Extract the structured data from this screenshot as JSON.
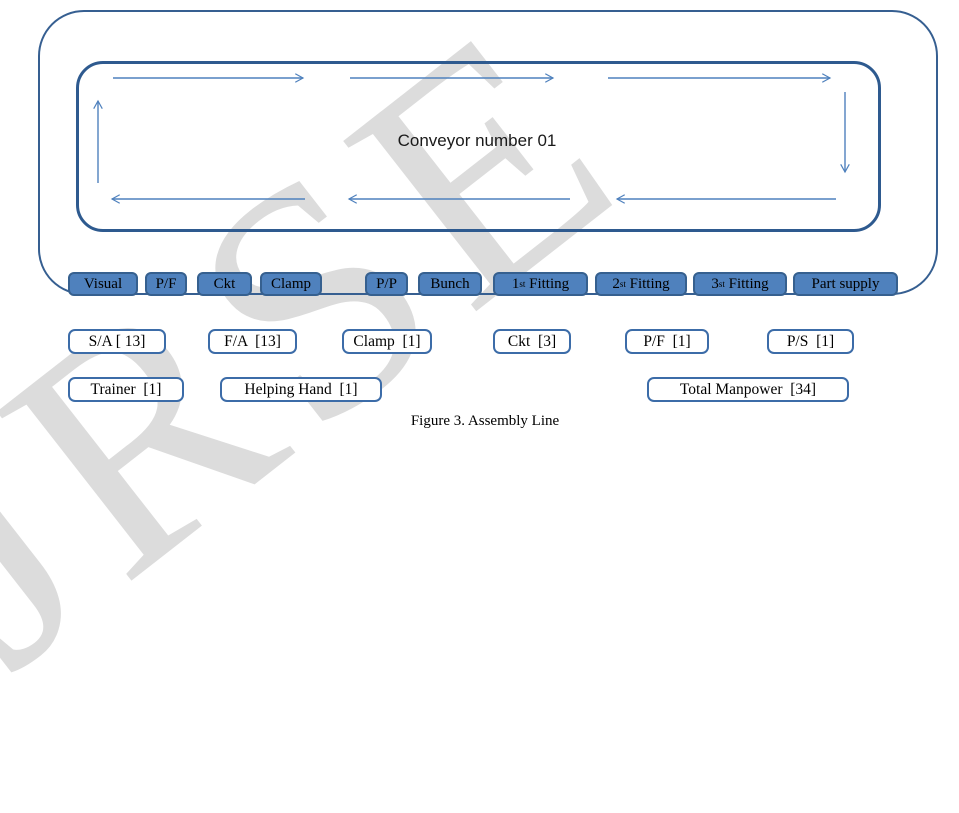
{
  "figure": {
    "caption": "Figure 3. Assembly Line",
    "watermark_text": "IJRSE",
    "conveyor": {
      "label": "Conveyor number 01",
      "flow_direction": "clockwise-loop"
    },
    "stations": [
      {
        "label": "Visual"
      },
      {
        "label": "P/F"
      },
      {
        "label": "Ckt"
      },
      {
        "label": "Clamp"
      },
      {
        "label": "P/P"
      },
      {
        "label": "Bunch"
      },
      {
        "pre": "1",
        "sup": "st",
        "post": " Fitting"
      },
      {
        "pre": "2",
        "sup": "st",
        "post": " Fitting"
      },
      {
        "pre": "3",
        "sup": "st",
        "post": " Fitting"
      },
      {
        "label": "Part supply"
      }
    ],
    "manpower": [
      {
        "label": "S/A [ 13]"
      },
      {
        "label": "F/A  [13]"
      },
      {
        "label": "Clamp  [1]"
      },
      {
        "label": "Ckt  [3]"
      },
      {
        "label": "P/F  [1]"
      },
      {
        "label": "P/S  [1]"
      }
    ],
    "summary": [
      {
        "label": "Trainer  [1]"
      },
      {
        "label": "Helping Hand  [1]"
      },
      {
        "label": "Total Manpower  [34]"
      }
    ],
    "colors": {
      "station_fill": "#4f81bd",
      "station_border": "#36608f",
      "frame_border": "#365f91",
      "arrow": "#4f81bd",
      "watermark": "#dcdcdc"
    }
  }
}
